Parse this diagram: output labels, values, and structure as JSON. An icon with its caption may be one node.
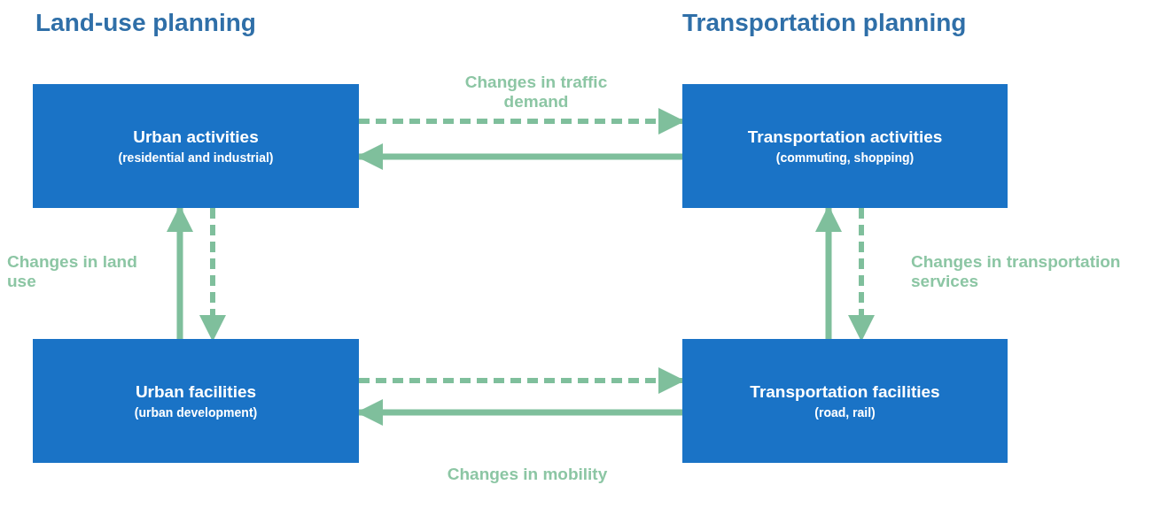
{
  "diagram": {
    "nodes": [
      {
        "text": [
          "Urban activities",
          "(residential and industrial)"
        ]
      },
      {
        "text": [
          "Transportation activities",
          "(commuting, shopping)"
        ]
      },
      {
        "text": [
          "Urban facilities",
          "(urban development)"
        ]
      },
      {
        "text": [
          "Transportation facilities",
          "(road, rail)"
        ]
      }
    ],
    "edges": [
      {
        "from": 0,
        "to": 1,
        "arrow": "to",
        "style": "dashed",
        "label": "Changes in traffic demand"
      },
      {
        "from": 1,
        "to": 0,
        "arrow": "to"
      },
      {
        "from": 2,
        "to": 0,
        "arrow": "to",
        "label": "Changes in land use"
      },
      {
        "from": 0,
        "to": 2,
        "arrow": "to",
        "style": "dashed"
      },
      {
        "from": 3,
        "to": 1,
        "arrow": "to"
      },
      {
        "from": 1,
        "to": 3,
        "arrow": "to",
        "style": "dashed",
        "label": "Changes in transportation services"
      },
      {
        "from": 2,
        "to": 3,
        "arrow": "to",
        "style": "dashed"
      },
      {
        "from": 3,
        "to": 2,
        "arrow": "to",
        "label": "Changes in mobility"
      }
    ],
    "labels": [
      "Land-use planning",
      "Transportation planning"
    ]
  }
}
